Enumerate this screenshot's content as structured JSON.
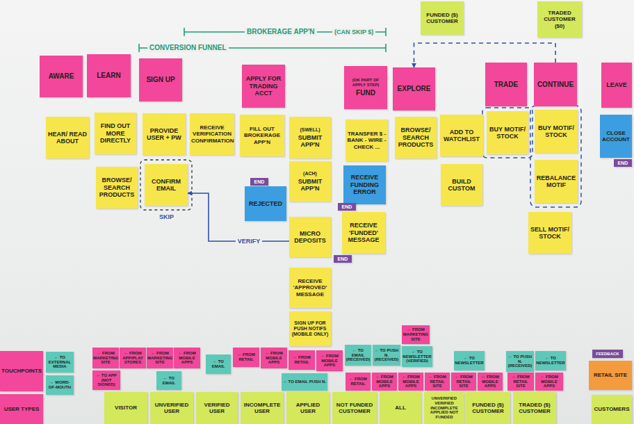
{
  "diagram": {
    "nodes": [
      {
        "text": [
          "FUNDED ($) CUSTOMER"
        ]
      },
      {
        "text": [
          "TRADED CUSTOMER ($0)"
        ]
      },
      {
        "text": [
          "AWARE"
        ]
      },
      {
        "text": [
          "LEARN"
        ]
      },
      {
        "text": [
          "SIGN UP"
        ]
      },
      {
        "text": [
          "APPLY FOR TRADING ACCT"
        ]
      },
      {
        "text": [
          "(OK PART OF APPLY STEP)",
          "FUND"
        ]
      },
      {
        "text": [
          "EXPLORE"
        ]
      },
      {
        "text": [
          "TRADE"
        ]
      },
      {
        "text": [
          "CONTINUE"
        ]
      },
      {
        "text": [
          "LEAVE"
        ]
      },
      {
        "text": [
          "HEAR/ READ ABOUT"
        ]
      },
      {
        "text": [
          "FIND OUT MORE DIRECTLY"
        ]
      },
      {
        "text": [
          "PROVIDE USER + PW"
        ]
      },
      {
        "text": [
          "RECEIVE VERIFICATION CONFIRMATION"
        ]
      },
      {
        "text": [
          "FILL OUT BROKERAGE APP'N"
        ]
      },
      {
        "text": [
          "(SWELL)",
          "SUBMIT APP'N"
        ]
      },
      {
        "text": [
          "TRANSFER $ - BANK - WIRE - CHECK ..."
        ]
      },
      {
        "text": [
          "BROWSE/ SEARCH PRODUCTS"
        ]
      },
      {
        "text": [
          "ADD TO WATCHLIST"
        ]
      },
      {
        "text": [
          "BUY MOTIF/ STOCK"
        ]
      },
      {
        "text": [
          "BUY MOTIF/ STOCK"
        ]
      },
      {
        "text": [
          "CLOSE ACCOUNT"
        ]
      },
      {
        "text": [
          "END"
        ]
      },
      {
        "text": [
          "BROWSE/ SEARCH PRODUCTS"
        ]
      },
      {
        "text": [
          "CONFIRM EMAIL"
        ]
      },
      {
        "text": [
          "(ACH)",
          "SUBMIT APP'N"
        ]
      },
      {
        "text": [
          "RECEIVE FUNDING ERROR"
        ]
      },
      {
        "text": [
          "END"
        ]
      },
      {
        "text": [
          "BUILD CUSTOM"
        ]
      },
      {
        "text": [
          "REBALANCE MOTIF"
        ]
      },
      {
        "text": [
          "END"
        ]
      },
      {
        "text": [
          "REJECTED"
        ]
      },
      {
        "text": [
          "RECEIVE 'FUNDED' MESSAGE"
        ]
      },
      {
        "text": [
          "END"
        ]
      },
      {
        "text": [
          "MICRO DEPOSITS"
        ]
      },
      {
        "text": [
          "SELL MOTIF/ STOCK"
        ]
      },
      {
        "text": [
          "RECEIVE 'APPROVED' MESSAGE"
        ]
      },
      {
        "text": [
          "SIGN UP FOR PUSH NOTIFS (MOBILE ONLY)"
        ]
      },
      {
        "text": [
          "← FROM MARKETING SITE"
        ]
      },
      {
        "text": [
          "← FROM MARKETING SITE"
        ]
      },
      {
        "text": [
          "← FROM APP/PLAY STORES"
        ]
      },
      {
        "text": [
          "← FROM MARKETING SITE"
        ]
      },
      {
        "text": [
          "← FROM MOBILE APPS"
        ]
      },
      {
        "text": [
          "← FROM RETAIL"
        ]
      },
      {
        "text": [
          "← FROM MOBILE APPS"
        ]
      },
      {
        "text": [
          "← FROM RETAIL"
        ]
      },
      {
        "text": [
          "← FROM MOBILE APPS"
        ]
      },
      {
        "text": [
          "← TO EMAIL (RECEIVED)"
        ]
      },
      {
        "text": [
          "← TO PUSH N. (RECEIVED)"
        ]
      },
      {
        "text": [
          "← TO NEWSLETTER (VERIFIED)"
        ]
      },
      {
        "text": [
          "← TO NEWSLETTER"
        ]
      },
      {
        "text": [
          "← TO PUSH N. (RECEIVED)"
        ]
      },
      {
        "text": [
          "← TO NEWSLETTER"
        ]
      },
      {
        "text": [
          "FEEDBACK"
        ]
      },
      {
        "text": [
          "← TO EXTERNAL MEDIA"
        ]
      },
      {
        "text": [
          "← TO EMAIL"
        ]
      },
      {
        "text": [
          "RETAIL SITE"
        ]
      },
      {
        "text": [
          "TOUCHPOINTS"
        ]
      },
      {
        "text": [
          "← TO APP (NOT SIGNED)"
        ]
      },
      {
        "text": [
          "← TO EMAIL"
        ]
      },
      {
        "text": [
          "← TO EMAIL PUSH N."
        ]
      },
      {
        "text": [
          "← FROM RETAIL"
        ]
      },
      {
        "text": [
          "← FROM MOBILE APPS"
        ]
      },
      {
        "text": [
          "← FROM MOBILE APPS"
        ]
      },
      {
        "text": [
          "← FROM RETAIL SITE"
        ]
      },
      {
        "text": [
          "← FROM RETAIL SITE"
        ]
      },
      {
        "text": [
          "← FROM MOBILE APPS"
        ]
      },
      {
        "text": [
          "← FROM RETAIL SITE"
        ]
      },
      {
        "text": [
          "← FROM MOBILE APPS"
        ]
      },
      {
        "text": [
          "← WORD-OF-MOUTH"
        ]
      },
      {
        "text": [
          "USER TYPES"
        ]
      },
      {
        "text": [
          "VISITOR"
        ]
      },
      {
        "text": [
          "UNVERIFIED USER"
        ]
      },
      {
        "text": [
          "VERIFIED USER"
        ]
      },
      {
        "text": [
          "INCOMPLETE USER"
        ]
      },
      {
        "text": [
          "APPLIED USER"
        ]
      },
      {
        "text": [
          "NOT FUNDED CUSTOMER"
        ]
      },
      {
        "text": [
          "ALL"
        ]
      },
      {
        "text": [
          "UNVERIFIED VERIFIED INCOMPLETE APPLIED NOT FUNDED"
        ]
      },
      {
        "text": [
          "FUNDED ($) CUSTOMER"
        ]
      },
      {
        "text": [
          "TRADED ($) CUSTOMER"
        ]
      },
      {
        "text": [
          "CUSTOMERS"
        ]
      }
    ],
    "edges": [
      {
        "from": 35,
        "to": 25,
        "label": "VERIFY",
        "arrow": "to"
      },
      {
        "from": 9,
        "to": 7,
        "arrow": "to"
      }
    ],
    "labels": [
      "BROKERAGE APP'N",
      "(CAN SKIP $)",
      "CONVERSION FUNNEL",
      "SKIP"
    ]
  }
}
